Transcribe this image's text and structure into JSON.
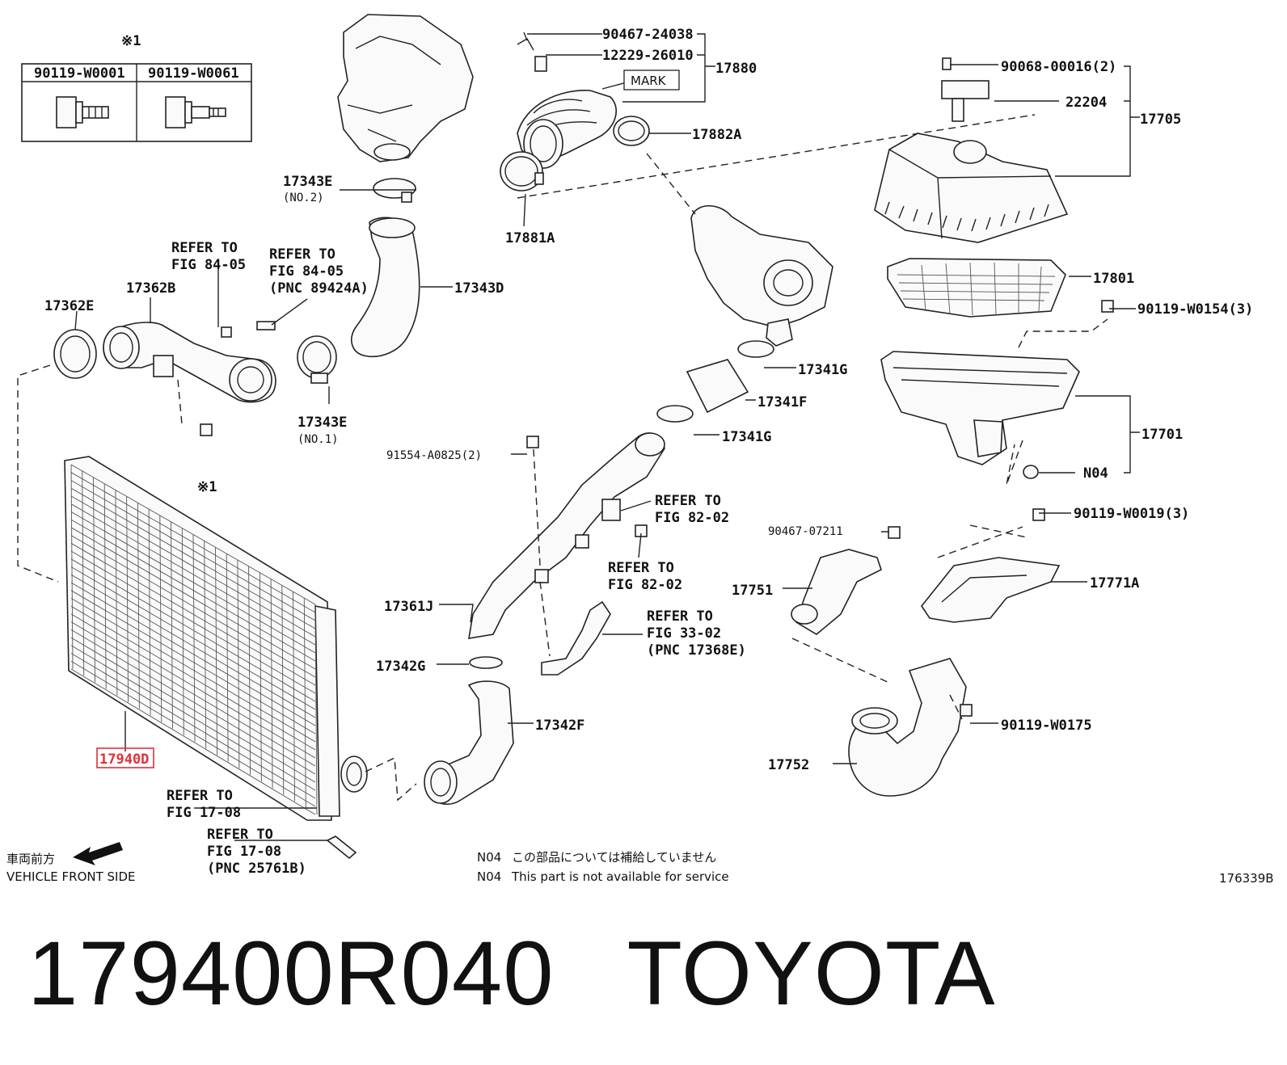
{
  "inset": {
    "marker": "※1",
    "bolts": [
      "90119-W0001",
      "90119-W0061"
    ]
  },
  "labels": {
    "p90467_24038": "90467-24038",
    "p12229_26010": "12229-26010",
    "p17880": "17880",
    "mark": "MARK",
    "p90068": "90068-00016(2)",
    "p22204": "22204",
    "p17705": "17705",
    "p17882A": "17882A",
    "p17343E_2": "17343E",
    "no2": "(NO.2)",
    "p17881A": "17881A",
    "ref8405a_1": "REFER TO",
    "ref8405a_2": "FIG 84-05",
    "ref8405b_1": "REFER TO",
    "ref8405b_2": "FIG 84-05",
    "ref8405b_3": "(PNC 89424A)",
    "p17362B": "17362B",
    "p17362E": "17362E",
    "p17343D": "17343D",
    "p17801": "17801",
    "p90119_W0154": "90119-W0154(3)",
    "p17343E_1": "17343E",
    "no1": "(NO.1)",
    "p17341G_a": "17341G",
    "p17341F": "17341F",
    "p17341G_b": "17341G",
    "p17701": "17701",
    "p91554": "91554-A0825(2)",
    "marker2": "※1",
    "n04": "N04",
    "ref8202a_1": "REFER TO",
    "ref8202a_2": "FIG 82-02",
    "p90119_W0019": "90119-W0019(3)",
    "p90467_07211": "90467-07211",
    "ref8202b_1": "REFER TO",
    "ref8202b_2": "FIG 82-02",
    "p17751": "17751",
    "p17771A": "17771A",
    "p17361J": "17361J",
    "ref3302_1": "REFER TO",
    "ref3302_2": "FIG 33-02",
    "ref3302_3": "(PNC 17368E)",
    "p17342G": "17342G",
    "p17342F": "17342F",
    "p90119_W0175": "90119-W0175",
    "p17940D": "17940D",
    "p17752": "17752",
    "ref1708a_1": "REFER TO",
    "ref1708a_2": "FIG 17-08",
    "ref1708b_1": "REFER TO",
    "ref1708b_2": "FIG 17-08",
    "ref1708b_3": "(PNC 25761B)"
  },
  "direction": {
    "jp": "車両前方",
    "en": "VEHICLE FRONT SIDE"
  },
  "notes": {
    "jp_code": "N04",
    "jp_text": "この部品については補給していません",
    "en_code": "N04",
    "en_text": "This part is not available for service"
  },
  "figure_id": "176339B",
  "caption": {
    "part_number": "179400R040",
    "brand": "TOYOTA"
  },
  "colors": {
    "highlight": "#e0303a",
    "ink": "#111111"
  }
}
